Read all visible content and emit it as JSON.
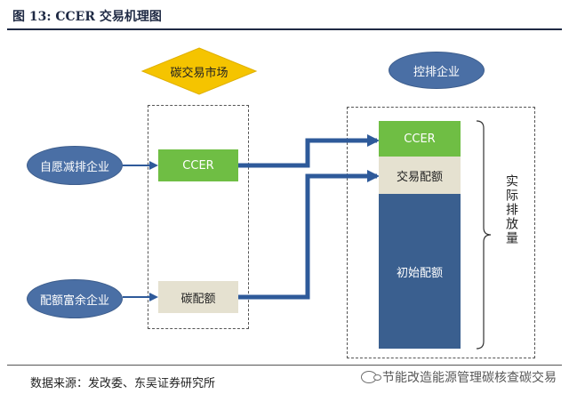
{
  "figure": {
    "title": "图 13:  CCER 交易机理图",
    "source": "数据来源：发改委、东吴证券研究所",
    "watermark": "节能改造能源管理碳核查碳交易"
  },
  "diagram": {
    "market_label": "碳交易市场",
    "enterprise_label": "控排企业",
    "voluntary_enterprise": "自愿减排企业",
    "surplus_enterprise": "配额富余企业",
    "ccer_left": "CCER",
    "carbon_quota": "碳配额",
    "ccer_right": "CCER",
    "traded_quota": "交易配额",
    "initial_quota": "初始配额",
    "actual_emissions": "实际排放量"
  },
  "colors": {
    "green": "#6fbe44",
    "beige": "#e5e1d0",
    "navy": "#3a5f8f",
    "ellipse_blue": "#4a6fa5",
    "diamond_yellow": "#f5c400",
    "arrow_blue": "#2e5a9a"
  }
}
